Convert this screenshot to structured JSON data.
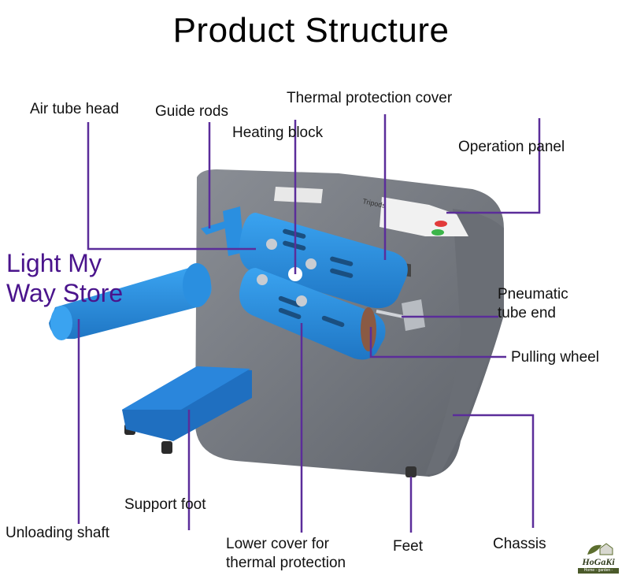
{
  "title": "Product Structure",
  "watermark": "Light My\nWay Store",
  "labels": {
    "air_tube_head": "Air tube head",
    "guide_rods": "Guide rods",
    "heating_block": "Heating block",
    "thermal_protection_cover": "Thermal protection cover",
    "operation_panel": "Operation panel",
    "pneumatic_tube_end": "Pneumatic\ntube end",
    "pulling_wheel": "Pulling wheel",
    "chassis": "Chassis",
    "feet": "Feet",
    "lower_cover": "Lower cover for\nthermal protection",
    "support_foot": "Support foot",
    "unloading_shaft": "Unloading shaft"
  },
  "logo": {
    "name": "HoGaKi",
    "tagline": "Home - garden - kitchen"
  },
  "colors": {
    "leader_line": "#5b2d9a",
    "machine_body": "#7b7f86",
    "machine_blue": "#2a8fe0",
    "watermark": "#4a148c"
  }
}
